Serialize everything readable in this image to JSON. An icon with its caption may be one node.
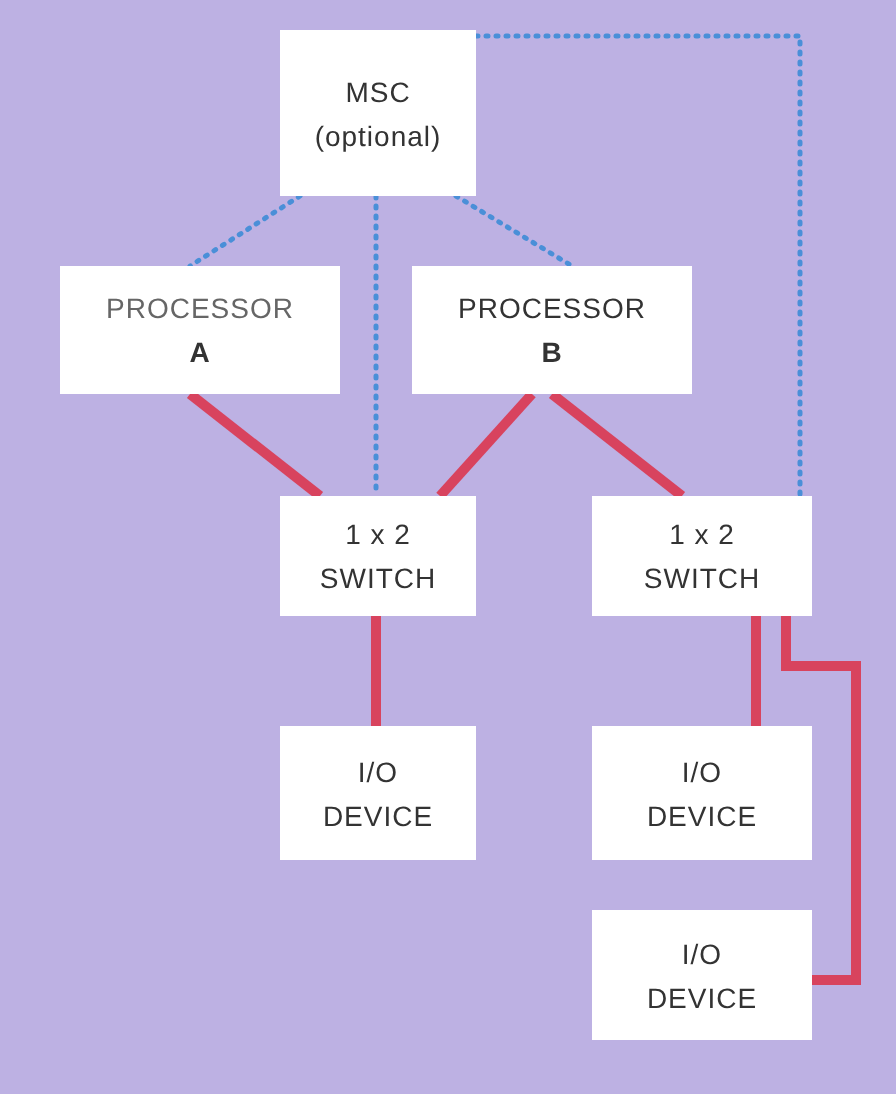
{
  "diagram": {
    "nodes": [
      {
        "text": [
          "MSC",
          "(optional)"
        ]
      },
      {
        "text": [
          "PROCESSOR",
          "A"
        ]
      },
      {
        "text": [
          "PROCESSOR",
          "B"
        ]
      },
      {
        "text": [
          "1 x 2",
          "SWITCH"
        ]
      },
      {
        "text": [
          "1 x 2",
          "SWITCH"
        ]
      },
      {
        "text": [
          "I/O",
          "DEVICE"
        ]
      },
      {
        "text": [
          "I/O",
          "DEVICE"
        ]
      },
      {
        "text": [
          "I/O",
          "DEVICE"
        ]
      }
    ],
    "edges": [
      {
        "from": 0,
        "to": 1,
        "arrow": "none",
        "style": "dashed",
        "color": "#4a8fd8"
      },
      {
        "from": 0,
        "to": 2,
        "arrow": "none",
        "style": "dashed",
        "color": "#4a8fd8"
      },
      {
        "from": 0,
        "to": 3,
        "arrow": "none",
        "style": "dashed",
        "color": "#4a8fd8"
      },
      {
        "from": 0,
        "to": 4,
        "arrow": "none",
        "style": "dashed",
        "color": "#4a8fd8"
      },
      {
        "from": 1,
        "to": 3,
        "arrow": "none"
      },
      {
        "from": 2,
        "to": 3,
        "arrow": "none"
      },
      {
        "from": 2,
        "to": 4,
        "arrow": "none"
      },
      {
        "from": 3,
        "to": 5,
        "arrow": "none"
      },
      {
        "from": 4,
        "to": 6,
        "arrow": "none"
      },
      {
        "from": 4,
        "to": 7,
        "arrow": "none"
      }
    ]
  }
}
